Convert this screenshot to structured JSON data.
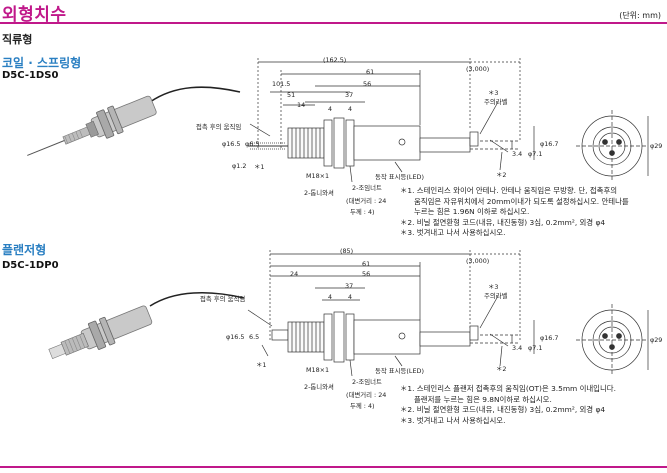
{
  "header": {
    "title": "외형치수",
    "unit": "(단위: mm)"
  },
  "section_title": "직류형",
  "top": {
    "subtitle": "코일 · 스프링형",
    "model": "D5C-1DS0",
    "dims": {
      "overall": "(162.5)",
      "d61": "61",
      "d56": "56",
      "cable": "(3,000)",
      "d101": "101.5",
      "d51": "51",
      "d37": "37",
      "d14": "14",
      "d4a": "4",
      "d4b": "4",
      "phi165": "φ16.5",
      "phi65": "φ6.5",
      "phi12": "φ1.2",
      "star1": "＊1",
      "phi167": "φ16.7",
      "d34": "3.4",
      "phi71": "φ7.1",
      "phi29": "φ29"
    },
    "labels": {
      "contact": "접촉 후의 움직임",
      "m18": "M18×1",
      "nut": "2-톱니와셔",
      "jamnut_a": "2-조임너트",
      "jamnut_b": "(대변거리 : 24",
      "jamnut_c": "두께 : 4)",
      "led": "동작 표시등(LED)",
      "star2": "＊2",
      "star3": "＊3",
      "caution": "주의라벨"
    },
    "notes": [
      "＊1. 스테인리스 와이어 안테나. 안테나 움직임은 무방향. 단, 접촉후의",
      "움직임은 자유위치에서 20mm이내가 되도록 설정하십시오. 안테나를",
      "누르는 힘은 1.96N 이하로 하십시오.",
      "＊2. 비닐 절연환형 코드(내유, 내진동형) 3심, 0.2mm², 외경 φ4",
      "＊3. 벗겨내고 나서 사용하십시오."
    ]
  },
  "bottom": {
    "subtitle": "플랜저형",
    "model": "D5C-1DP0",
    "dims": {
      "overall": "(85)",
      "d61": "61",
      "d56": "56",
      "cable": "(3,000)",
      "d24": "24",
      "d37": "37",
      "d4a": "4",
      "d4b": "4",
      "phi165": "φ16.5",
      "d65": "6.5",
      "star1": "＊1",
      "phi167": "φ16.7",
      "d34": "3.4",
      "phi71": "φ7.1",
      "phi29": "φ29"
    },
    "labels": {
      "contact": "접촉 후의 움직임",
      "m18": "M18×1",
      "nut": "2-톱니와셔",
      "jamnut_a": "2-조임너트",
      "jamnut_b": "(대변거리 : 24",
      "jamnut_c": "두께 : 4)",
      "led": "동작 표시등(LED)",
      "star2": "＊2",
      "star3": "＊3",
      "caution": "주의라벨"
    },
    "notes": [
      "＊1. 스테인리스 플랜저 접촉후의 움직임(OT)은 3.5mm 이내입니다.",
      "플랜저를 누르는 힘은 9.8N이하로 하십시오.",
      "＊2. 비닐 절연환형 코드(내유, 내진동형) 3심, 0.2mm², 외경 φ4",
      "＊3. 벗겨내고 나서 사용하십시오."
    ]
  },
  "colors": {
    "accent": "#c0188a",
    "subtitle": "#2a7fc2",
    "line": "#333333"
  }
}
